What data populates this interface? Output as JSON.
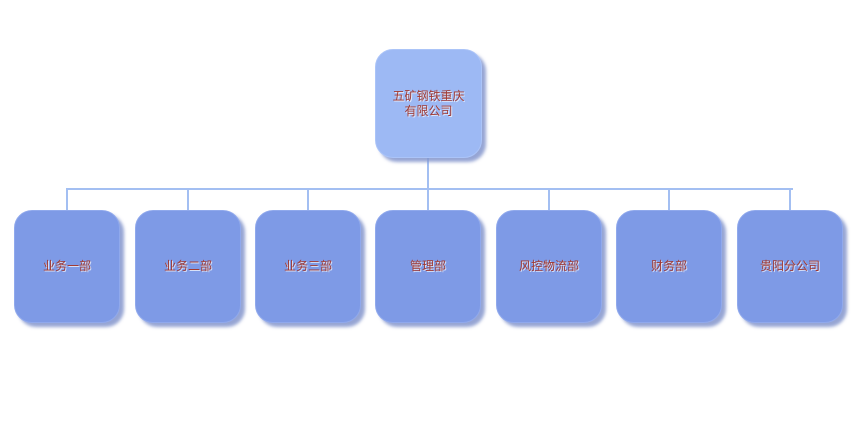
{
  "org": {
    "root": {
      "label": "五矿钢铁重庆有限公司"
    },
    "children": [
      {
        "label": "业务一部"
      },
      {
        "label": "业务二部"
      },
      {
        "label": "业务三部"
      },
      {
        "label": "管理部"
      },
      {
        "label": "风控物流部"
      },
      {
        "label": "财务部"
      },
      {
        "label": "贵阳分公司"
      }
    ]
  },
  "colors": {
    "background": "#ffffff",
    "root_fill": "#9db9f4",
    "child_fill": "#7e9ae6",
    "connector_line": "#a3bff2",
    "label_text": "#a23a32",
    "label_highlight": "#ffffff",
    "node_shadow": "#8495cc"
  }
}
